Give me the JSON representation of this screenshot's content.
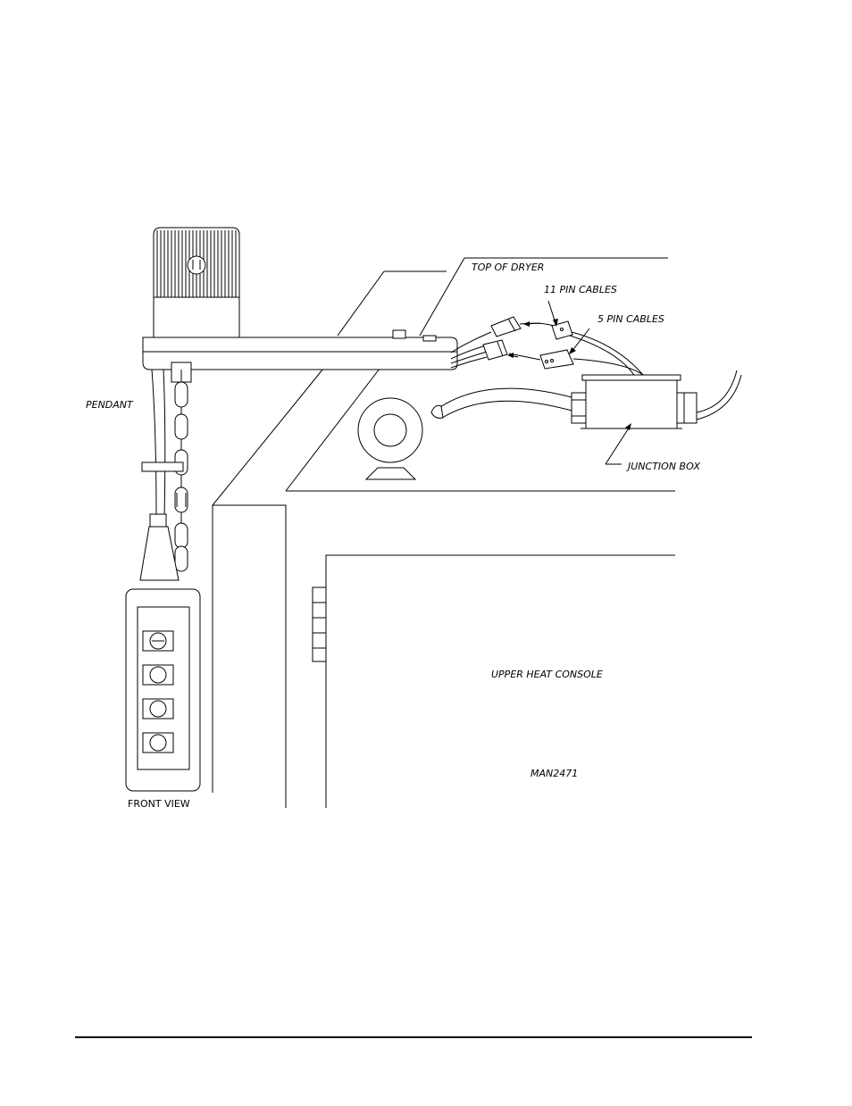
{
  "labels": {
    "top_of_dryer": "TOP OF DRYER",
    "eleven_pin_cables": "11 PIN CABLES",
    "five_pin_cables": "5 PIN CABLES",
    "pendant": "PENDANT",
    "junction_box": "JUNCTION BOX",
    "upper_heat_console": "UPPER HEAT CONSOLE",
    "drawing_number": "MAN2471",
    "front_view": "FRONT VIEW"
  }
}
